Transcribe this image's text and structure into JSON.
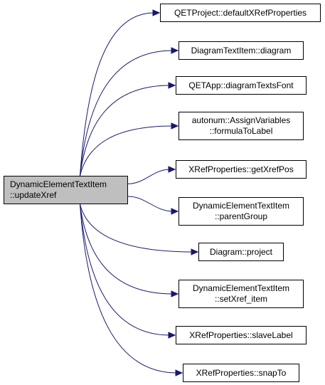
{
  "colors": {
    "edge": "#191970",
    "node_border": "#000000",
    "node_fill": "#ffffff",
    "root_fill": "#bfbfbf"
  },
  "root": {
    "label": "DynamicElementTextItem\n::updateXref"
  },
  "callees": [
    {
      "label": "QETProject::defaultXRefProperties"
    },
    {
      "label": "DiagramTextItem::diagram"
    },
    {
      "label": "QETApp::diagramTextsFont"
    },
    {
      "label": "autonum::AssignVariables\n::formulaToLabel"
    },
    {
      "label": "XRefProperties::getXrefPos"
    },
    {
      "label": "DynamicElementTextItem\n::parentGroup"
    },
    {
      "label": "Diagram::project"
    },
    {
      "label": "DynamicElementTextItem\n::setXref_item"
    },
    {
      "label": "XRefProperties::slaveLabel"
    },
    {
      "label": "XRefProperties::snapTo"
    }
  ]
}
